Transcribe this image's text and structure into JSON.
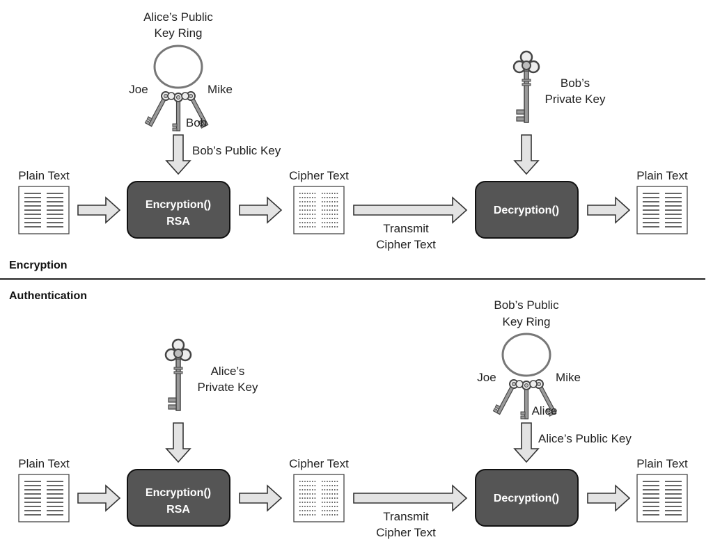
{
  "encryption": {
    "section_label": "Encryption",
    "key_ring_label": [
      "Alice’s Public",
      "Key Ring"
    ],
    "ring_keys": {
      "left": "Joe",
      "right": "Mike",
      "bottom": "Bob"
    },
    "input_key_label": "Bob’s Public Key",
    "private_key_label": [
      "Bob’s",
      "Private Key"
    ],
    "plain_text_in": "Plain Text",
    "cipher_text": "Cipher Text",
    "plain_text_out": "Plain Text",
    "encrypt_box": [
      "Encryption()",
      "RSA"
    ],
    "decrypt_box": "Decryption()",
    "transmit": [
      "Transmit",
      "Cipher Text"
    ]
  },
  "authentication": {
    "section_label": "Authentication",
    "private_key_label": [
      "Alice’s",
      "Private Key"
    ],
    "key_ring_label": [
      "Bob’s Public",
      "Key Ring"
    ],
    "ring_keys": {
      "left": "Joe",
      "right": "Mike",
      "bottom": "Alice"
    },
    "input_key_label": "Alice’s Public Key",
    "plain_text_in": "Plain Text",
    "cipher_text": "Cipher Text",
    "plain_text_out": "Plain Text",
    "encrypt_box": [
      "Encryption()",
      "RSA"
    ],
    "decrypt_box": "Decryption()",
    "transmit": [
      "Transmit",
      "Cipher Text"
    ]
  },
  "icons": [
    "key-ring-icon",
    "key-icon",
    "plain-text-document-icon",
    "cipher-text-document-icon",
    "arrow-right-icon",
    "arrow-down-icon"
  ],
  "colors": {
    "process_box": "#555555",
    "arrow_fill": "#e3e3e3",
    "outline": "#333333",
    "key_metal": "#9a9a9a"
  }
}
